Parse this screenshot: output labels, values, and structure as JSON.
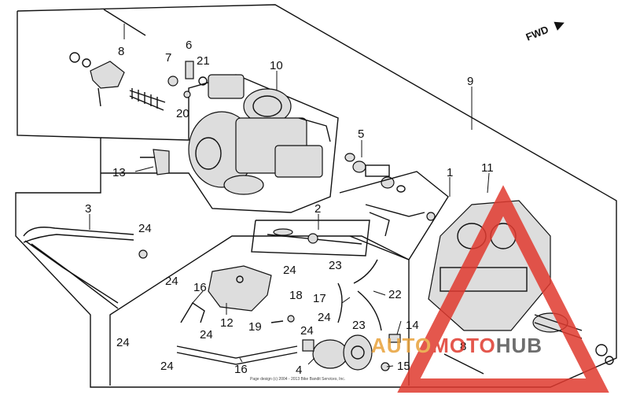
{
  "diagram": {
    "direction_label": "FWD",
    "callouts": [
      {
        "id": "c1",
        "label": "1"
      },
      {
        "id": "c2",
        "label": "2"
      },
      {
        "id": "c3",
        "label": "3"
      },
      {
        "id": "c4",
        "label": "4"
      },
      {
        "id": "c5",
        "label": "5"
      },
      {
        "id": "c6",
        "label": "6"
      },
      {
        "id": "c7",
        "label": "7"
      },
      {
        "id": "c8a",
        "label": "8"
      },
      {
        "id": "c8b",
        "label": "8"
      },
      {
        "id": "c9",
        "label": "9"
      },
      {
        "id": "c10",
        "label": "10"
      },
      {
        "id": "c11",
        "label": "11"
      },
      {
        "id": "c12",
        "label": "12"
      },
      {
        "id": "c13",
        "label": "13"
      },
      {
        "id": "c14",
        "label": "14"
      },
      {
        "id": "c15",
        "label": "15"
      },
      {
        "id": "c16a",
        "label": "16"
      },
      {
        "id": "c16b",
        "label": "16"
      },
      {
        "id": "c17",
        "label": "17"
      },
      {
        "id": "c18",
        "label": "18"
      },
      {
        "id": "c19",
        "label": "19"
      },
      {
        "id": "c20",
        "label": "20"
      },
      {
        "id": "c21",
        "label": "21"
      },
      {
        "id": "c22",
        "label": "22"
      },
      {
        "id": "c23a",
        "label": "23"
      },
      {
        "id": "c23b",
        "label": "23"
      },
      {
        "id": "c24a",
        "label": "24"
      },
      {
        "id": "c24b",
        "label": "24"
      },
      {
        "id": "c24c",
        "label": "24"
      },
      {
        "id": "c24d",
        "label": "24"
      },
      {
        "id": "c24e",
        "label": "24"
      },
      {
        "id": "c24f",
        "label": "24"
      },
      {
        "id": "c24g",
        "label": "24"
      },
      {
        "id": "c24h",
        "label": "24"
      }
    ],
    "footer_text": "Page design (c) 2004 - 2013 Bike Bandit Services, Inc.",
    "watermark": {
      "part1": "AUTO",
      "part2": "MOTO",
      "part3": "HUB",
      "accent": "#e03a2f"
    }
  }
}
